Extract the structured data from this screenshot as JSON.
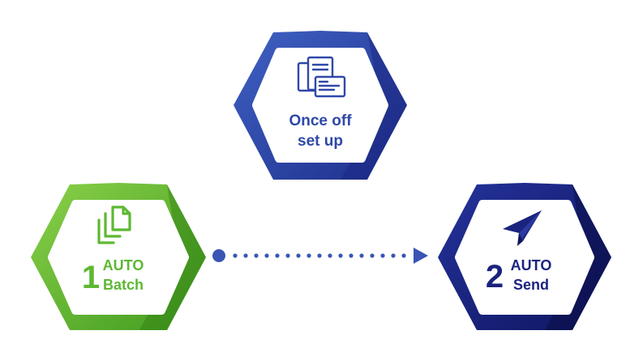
{
  "setup": {
    "label_line1": "Once off",
    "label_line2": "set up",
    "icon": "documents-forms-icon",
    "color": "#3a55b4"
  },
  "batch": {
    "number": "1",
    "label_line1": "AUTO",
    "label_line2": "Batch",
    "icon": "copy-stack-icon",
    "color": "#5db832"
  },
  "send": {
    "number": "2",
    "label_line1": "AUTO",
    "label_line2": "Send",
    "icon": "paper-plane-icon",
    "color": "#1a237e"
  },
  "connector": {
    "style": "dotted-arrow",
    "color": "#3a55b4"
  }
}
